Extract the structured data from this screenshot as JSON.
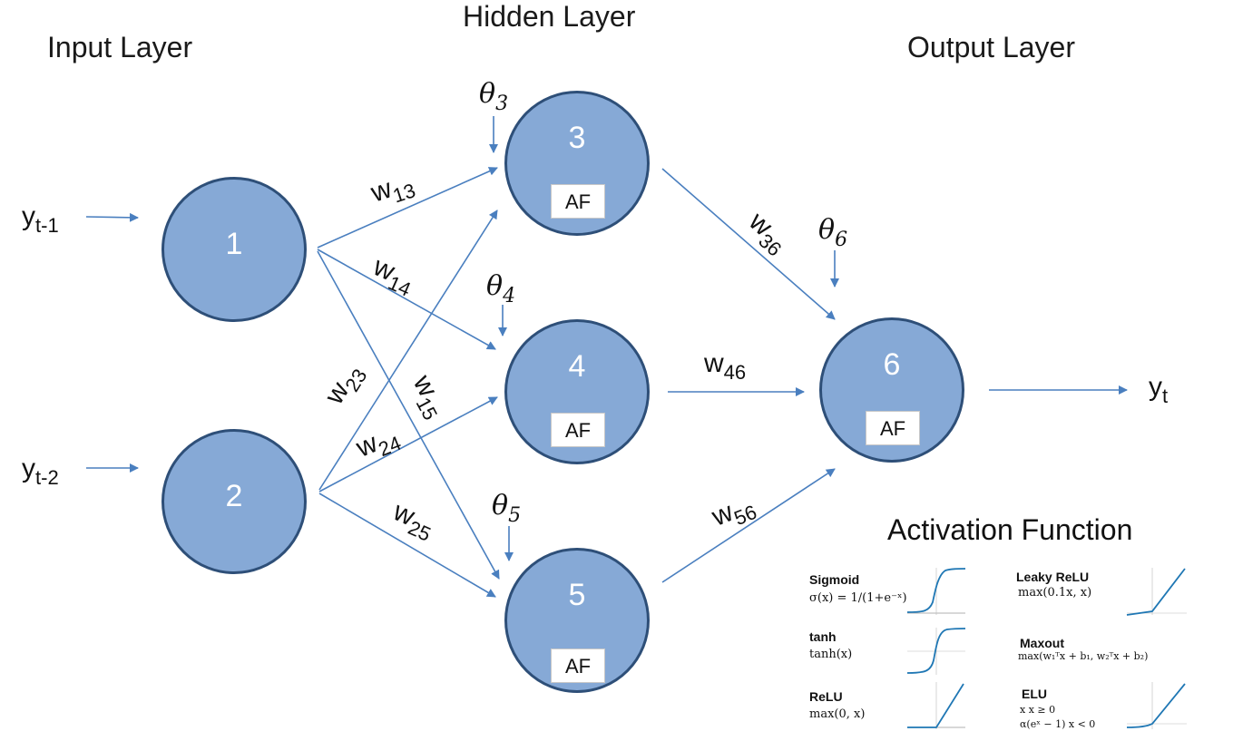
{
  "titles": {
    "input": "Input Layer",
    "hidden": "Hidden Layer",
    "output": "Output Layer"
  },
  "inputs": {
    "y1": {
      "main": "y",
      "sub": "t-1"
    },
    "y2": {
      "main": "y",
      "sub": "t-2"
    },
    "out": {
      "main": "y",
      "sub": "t"
    }
  },
  "nodes": {
    "n1": "1",
    "n2": "2",
    "n3": "3",
    "n4": "4",
    "n5": "5",
    "n6": "6",
    "af": "AF"
  },
  "weights": {
    "w13": {
      "main": "w",
      "sub": "13"
    },
    "w14": {
      "main": "w",
      "sub": "14"
    },
    "w15": {
      "main": "w",
      "sub": "15"
    },
    "w23": {
      "main": "w",
      "sub": "23"
    },
    "w24": {
      "main": "w",
      "sub": "24"
    },
    "w25": {
      "main": "w",
      "sub": "25"
    },
    "w36": {
      "main": "w",
      "sub": "36"
    },
    "w46": {
      "main": "w",
      "sub": "46"
    },
    "w56": {
      "main": "w",
      "sub": "56"
    }
  },
  "biases": {
    "t3": {
      "main": "θ",
      "sub": "3"
    },
    "t4": {
      "main": "θ",
      "sub": "4"
    },
    "t5": {
      "main": "θ",
      "sub": "5"
    },
    "t6": {
      "main": "θ",
      "sub": "6"
    }
  },
  "activation": {
    "title": "Activation Function",
    "sigmoid": {
      "name": "Sigmoid",
      "formula": "σ(x) = 1/(1+e⁻ˣ)"
    },
    "tanh": {
      "name": "tanh",
      "formula": "tanh(x)"
    },
    "relu": {
      "name": "ReLU",
      "formula": "max(0, x)"
    },
    "leaky": {
      "name": "Leaky ReLU",
      "formula": "max(0.1x, x)"
    },
    "maxout": {
      "name": "Maxout",
      "formula": "max(w₁ᵀx + b₁, w₂ᵀx + b₂)"
    },
    "elu": {
      "name": "ELU",
      "formula1": "x          x ≥ 0",
      "formula2": "α(eˣ − 1)   x < 0"
    }
  },
  "colors": {
    "node_fill": "#86a9d6",
    "node_border": "#2e4f78",
    "arrow": "#4a7fbf",
    "curve": "#1f77b4"
  }
}
